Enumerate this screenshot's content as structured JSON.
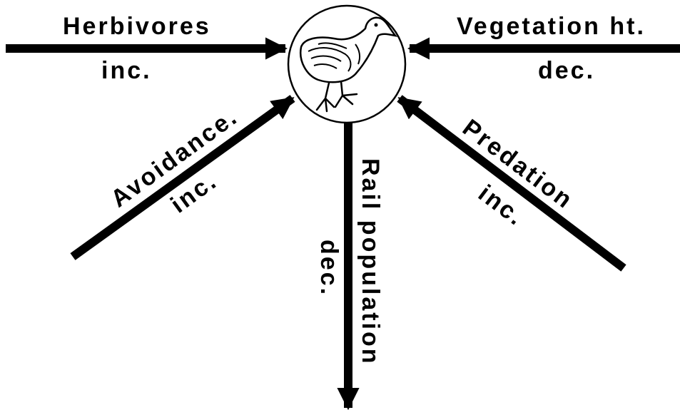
{
  "colors": {
    "ink": "#000000",
    "background": "#ffffff"
  },
  "center_icon": "rail-bird-drawing",
  "arrows": {
    "herbivores": {
      "label": "Herbivores",
      "effect": "inc."
    },
    "vegetation": {
      "label": "Vegetation ht.",
      "effect": "dec."
    },
    "avoidance": {
      "label": "Avoidance.",
      "effect": "inc."
    },
    "predation": {
      "label": "Predation",
      "effect": "inc."
    },
    "rail_population": {
      "label": "Rail population",
      "effect": "dec."
    }
  }
}
